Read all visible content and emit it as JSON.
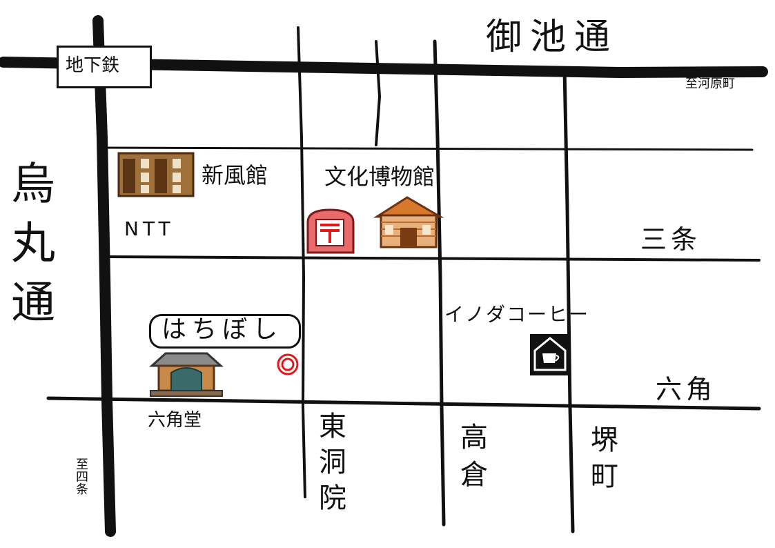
{
  "map": {
    "streets": {
      "oike": "御池通",
      "karasuma": "烏丸通",
      "sanjo": "三条",
      "rokkaku": "六角",
      "higashinotoin": "東洞院",
      "takakura": "高倉",
      "sakaimachi": "堺町"
    },
    "directions": {
      "to_kawaramachi": "至河原町",
      "to_shijo": "至四条"
    },
    "landmarks": {
      "subway": "地下鉄",
      "shinpukan": "新風館",
      "bunka_museum": "文化博物館",
      "ntt": "NTT",
      "inoda_coffee": "イノダコーヒー",
      "rokkakudo": "六角堂"
    },
    "destination": {
      "name": "はちぼし"
    },
    "icons": {
      "subway": "subway-sign-icon",
      "shinpukan": "office-building-icon",
      "post_office": "post-office-icon",
      "museum": "museum-building-icon",
      "coffee": "coffee-cup-icon",
      "temple": "temple-icon",
      "destination": "destination-marker-icon"
    },
    "colors": {
      "road": "#111111",
      "destination_marker": "#e01818",
      "post_office": "#e86a6a",
      "building_brown": "#a0703a",
      "museum_orange": "#d8782c"
    }
  }
}
